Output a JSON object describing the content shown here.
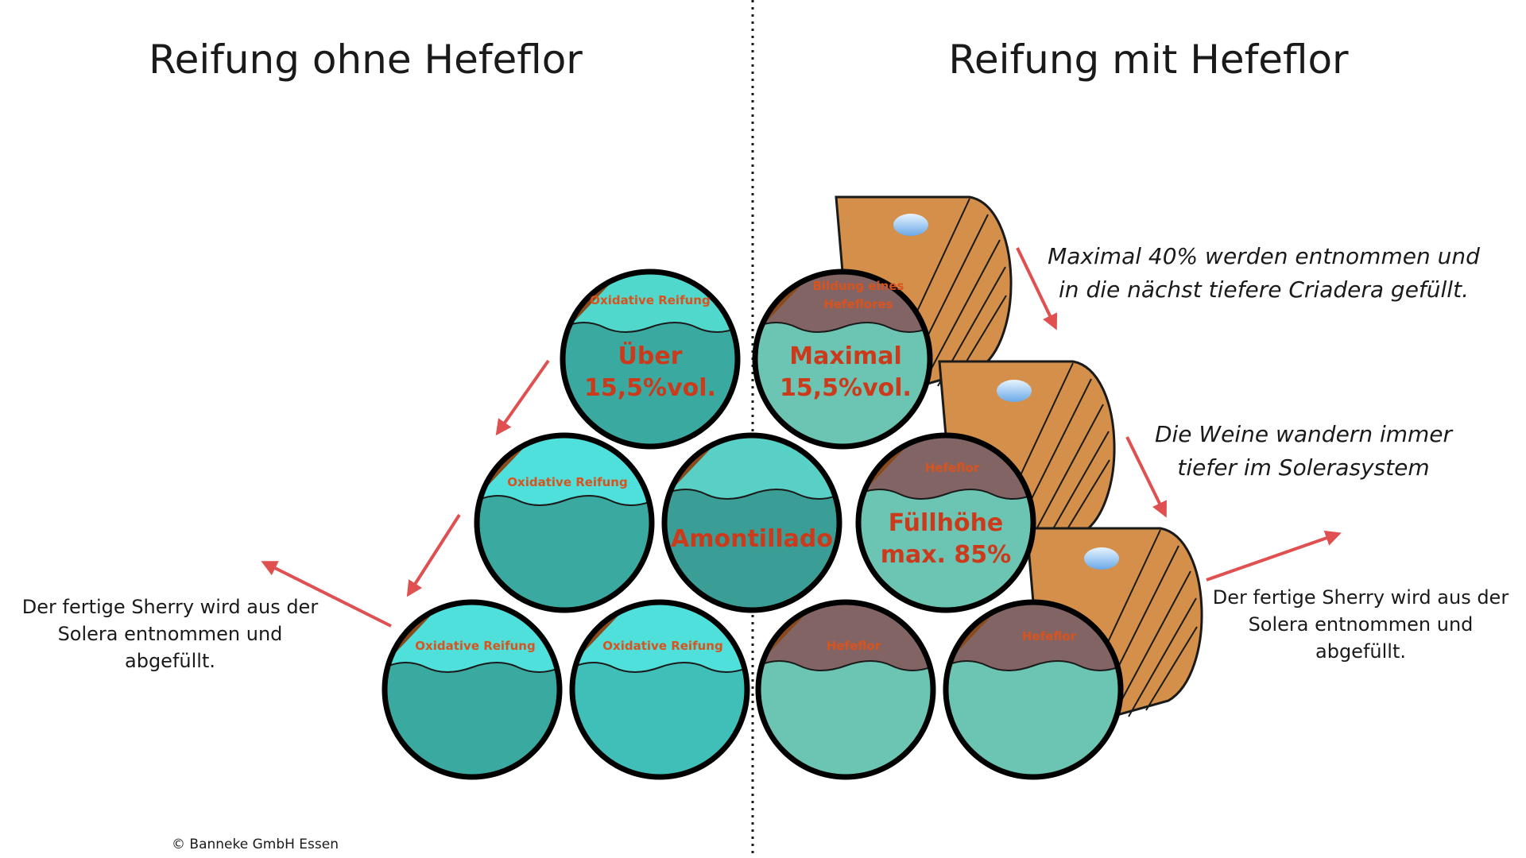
{
  "left": {
    "title": "Reifung ohne Hefeflor",
    "note": [
      "Der fertige Sherry wird aus der",
      "Solera entnommen und",
      "abgefüllt."
    ],
    "barrels": {
      "top": {
        "label_small": "Oxidative Reifung",
        "label_big": [
          "Über",
          "15,5%vol."
        ]
      },
      "middle_left": {
        "label_small": "Oxidative Reifung"
      },
      "middle_center": {
        "label_big": "Amontillado"
      },
      "bottom_left": {
        "label_small": "Oxidative Reifung"
      },
      "bottom_right": {
        "label_small": "Oxidative Reifung"
      }
    }
  },
  "right": {
    "title": "Reifung mit Hefeflor",
    "note_top": [
      "Maximal 40% werden entnommen und",
      "in die nächst tiefere Criadera gefüllt."
    ],
    "note_middle": [
      "Die Weine wandern immer",
      "tiefer im Solerasystem"
    ],
    "note_bottom": [
      "Der fertige Sherry wird aus der",
      "Solera entnommen und",
      "abgefüllt."
    ],
    "barrels": {
      "top": {
        "label_small": [
          "Bildung eines",
          "Hefeflores"
        ],
        "label_big": [
          "Maximal",
          "15,5%vol."
        ]
      },
      "middle": {
        "label_small": "Hefeflor",
        "label_big": [
          "Füllhöhe",
          "max. 85%"
        ]
      },
      "bottom_left": {
        "label_small": "Hefeflor"
      },
      "bottom_right": {
        "label_small": "Hefeflor"
      }
    }
  },
  "copyright": "© Banneke GmbH Essen",
  "colors": {
    "wood": "#d4904a",
    "wood_dark": "#8a4a1c",
    "wine_oxidative": "#3aa9a0",
    "air_oxidative": "#50d8cc",
    "wine_flor": "#6bc5b2",
    "flor": "#826464",
    "label_red": "#cc3a1c",
    "arrow": "#e05050"
  }
}
